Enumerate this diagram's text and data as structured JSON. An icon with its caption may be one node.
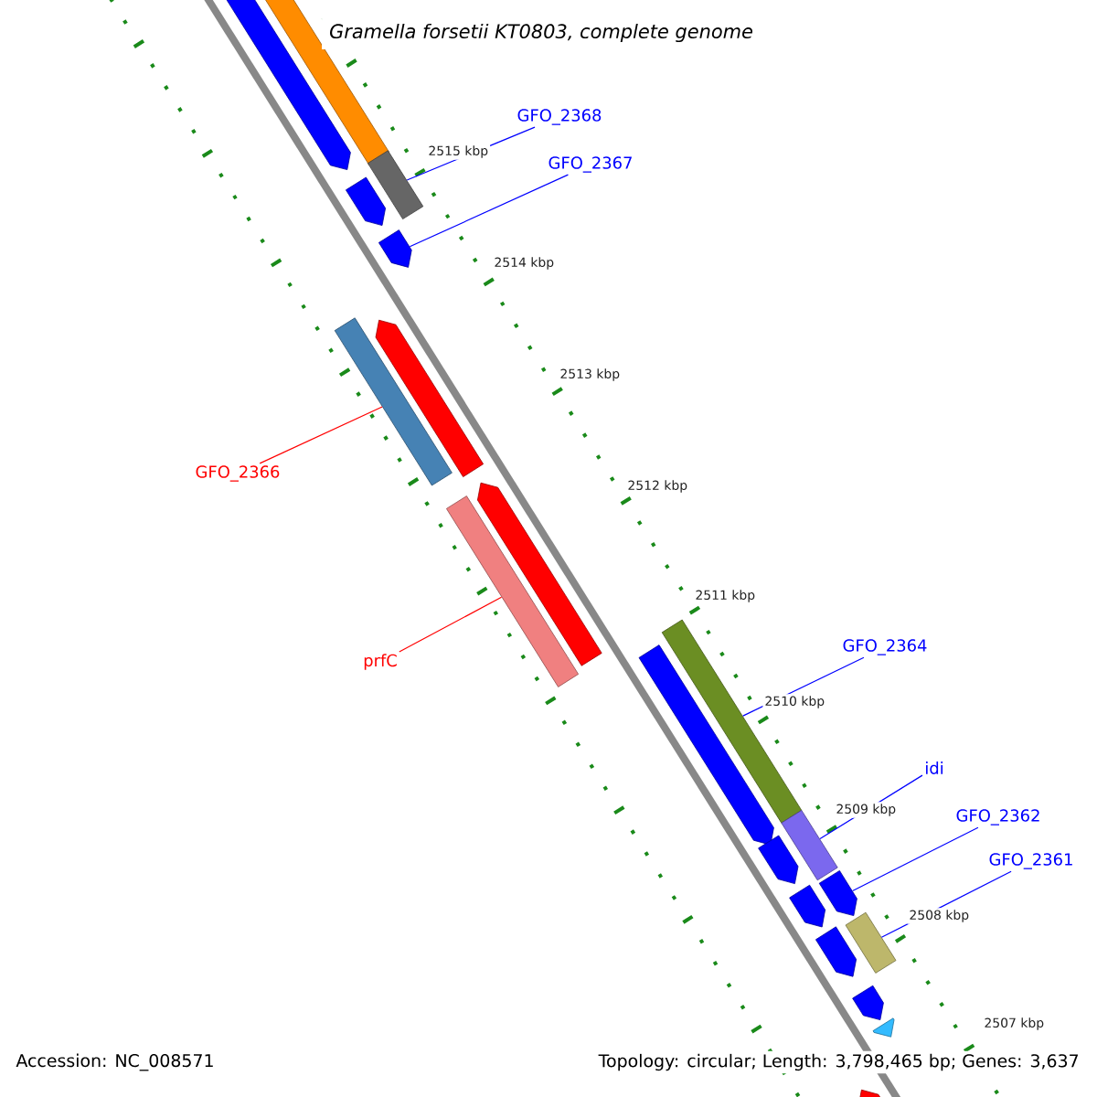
{
  "diagram": {
    "title": "Gramella forsetii KT0803, complete genome",
    "nodes": [
      {
        "text": [
          "GFO_2368"
        ]
      },
      {
        "text": [
          "GFO_2367"
        ]
      },
      {
        "text": [
          "GFO_2366"
        ]
      },
      {
        "text": [
          "prfC"
        ]
      },
      {
        "text": [
          "GFO_2364"
        ]
      },
      {
        "text": [
          "idi"
        ]
      },
      {
        "text": [
          "GFO_2362"
        ]
      },
      {
        "text": [
          "GFO_2361"
        ]
      },
      {
        "text": [],
        "shape": "bar"
      },
      {
        "text": [],
        "shape": "bar"
      },
      {
        "text": [],
        "shape": "bar"
      },
      {
        "text": [],
        "shape": "bar"
      },
      {
        "text": [],
        "shape": "bar"
      },
      {
        "text": [],
        "shape": "bar"
      },
      {
        "text": [],
        "shape": "bar"
      },
      {
        "text": [],
        "shape": "bar"
      },
      {
        "text": [],
        "shape": "bar"
      },
      {
        "text": [],
        "shape": "bar"
      },
      {
        "text": [],
        "shape": "bar"
      },
      {
        "text": [],
        "shape": "bar"
      },
      {
        "text": [],
        "shape": "bar"
      },
      {
        "text": [],
        "shape": "bar"
      },
      {
        "text": [],
        "shape": "bar"
      },
      {
        "text": [],
        "shape": "bar"
      },
      {
        "text": [],
        "shape": "bar"
      },
      {
        "text": [],
        "shape": "bar"
      },
      {
        "text": [],
        "shape": "bar"
      },
      {
        "text": [],
        "shape": "bar"
      }
    ],
    "edges": [
      {
        "from": 0,
        "to": 10,
        "arrow": "none"
      },
      {
        "from": 1,
        "to": 12,
        "arrow": "none"
      },
      {
        "from": 2,
        "to": 13,
        "arrow": "none",
        "color": "#ff0000"
      },
      {
        "from": 3,
        "to": 16,
        "arrow": "none",
        "color": "#ff0000"
      },
      {
        "from": 4,
        "to": 17,
        "arrow": "none"
      },
      {
        "from": 5,
        "to": 19,
        "arrow": "none"
      },
      {
        "from": 6,
        "to": 21,
        "arrow": "none"
      },
      {
        "from": 7,
        "to": 23,
        "arrow": "none"
      }
    ],
    "labels": [
      "2515 kbp",
      "2514 kbp",
      "2513 kbp",
      "2512 kbp",
      "2511 kbp",
      "2510 kbp",
      "2509 kbp",
      "2508 kbp",
      "2507 kbp",
      "Accession: NC_008571",
      "Topology: circular; Length: 3,798,465 bp; Genes: 3,637"
    ]
  }
}
